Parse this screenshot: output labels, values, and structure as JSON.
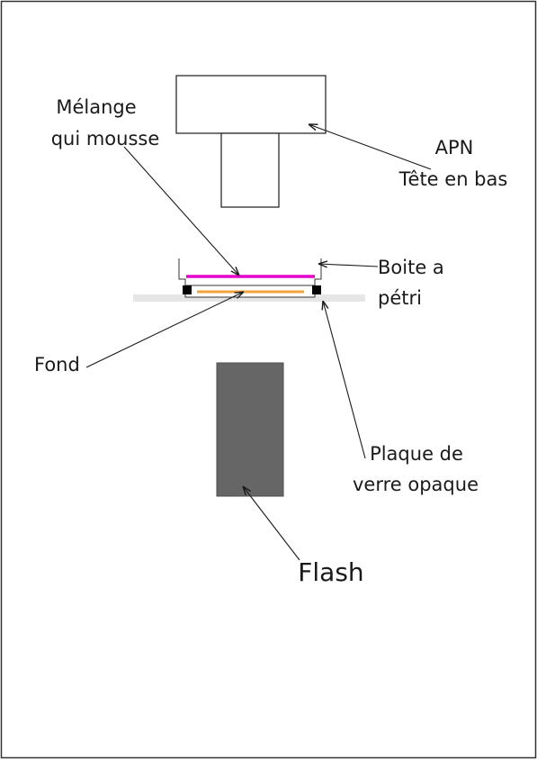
{
  "labels": {
    "melange_line1": "Mélange",
    "melange_line2": "qui mousse",
    "apn_line1": "APN",
    "apn_line2": "Tête en bas",
    "boite_line1": "Boite a",
    "boite_line2": "pétri",
    "fond": "Fond",
    "plaque_line1": "Plaque de",
    "plaque_line2": "verre opaque",
    "flash": "Flash"
  },
  "colors": {
    "border": "#333333",
    "camera_stroke": "#1a1a1a",
    "mixture": "#e600cc",
    "bottom_layer": "#f2a33a",
    "glass_plate": "#e6e6e6",
    "feet": "#000000",
    "flash_fill": "#666666",
    "flash_stroke": "#4d4d4d",
    "arrows": "#1a1a1a"
  }
}
